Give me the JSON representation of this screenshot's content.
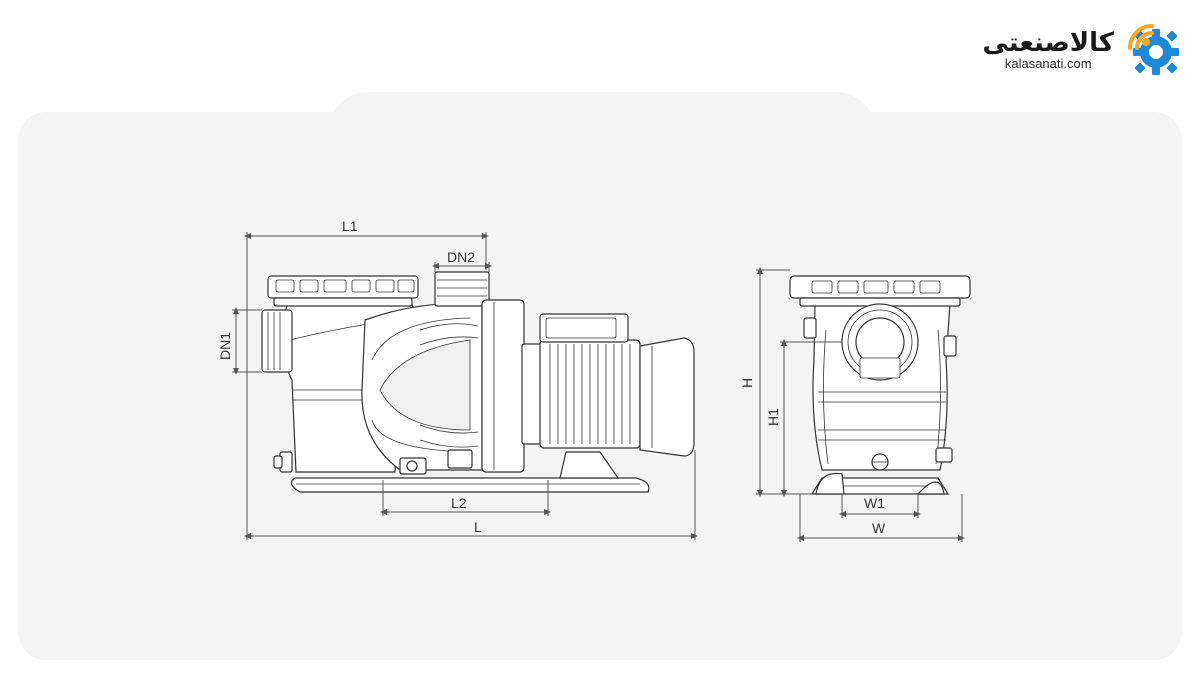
{
  "brand": {
    "name_fa": "کالاصنعتی",
    "domain": "kalasanati.com",
    "accent_orange": "#F5A623",
    "accent_blue": "#1E88D9"
  },
  "diagram": {
    "side_view_labels": {
      "overall_length": "L",
      "inlet_to_outlet_length": "L1",
      "base_mount_length": "L2",
      "inlet_diameter": "DN1",
      "outlet_diameter": "DN2"
    },
    "front_view_labels": {
      "overall_height": "H",
      "inlet_height": "H1",
      "overall_width": "W",
      "base_mount_width": "W1"
    }
  }
}
